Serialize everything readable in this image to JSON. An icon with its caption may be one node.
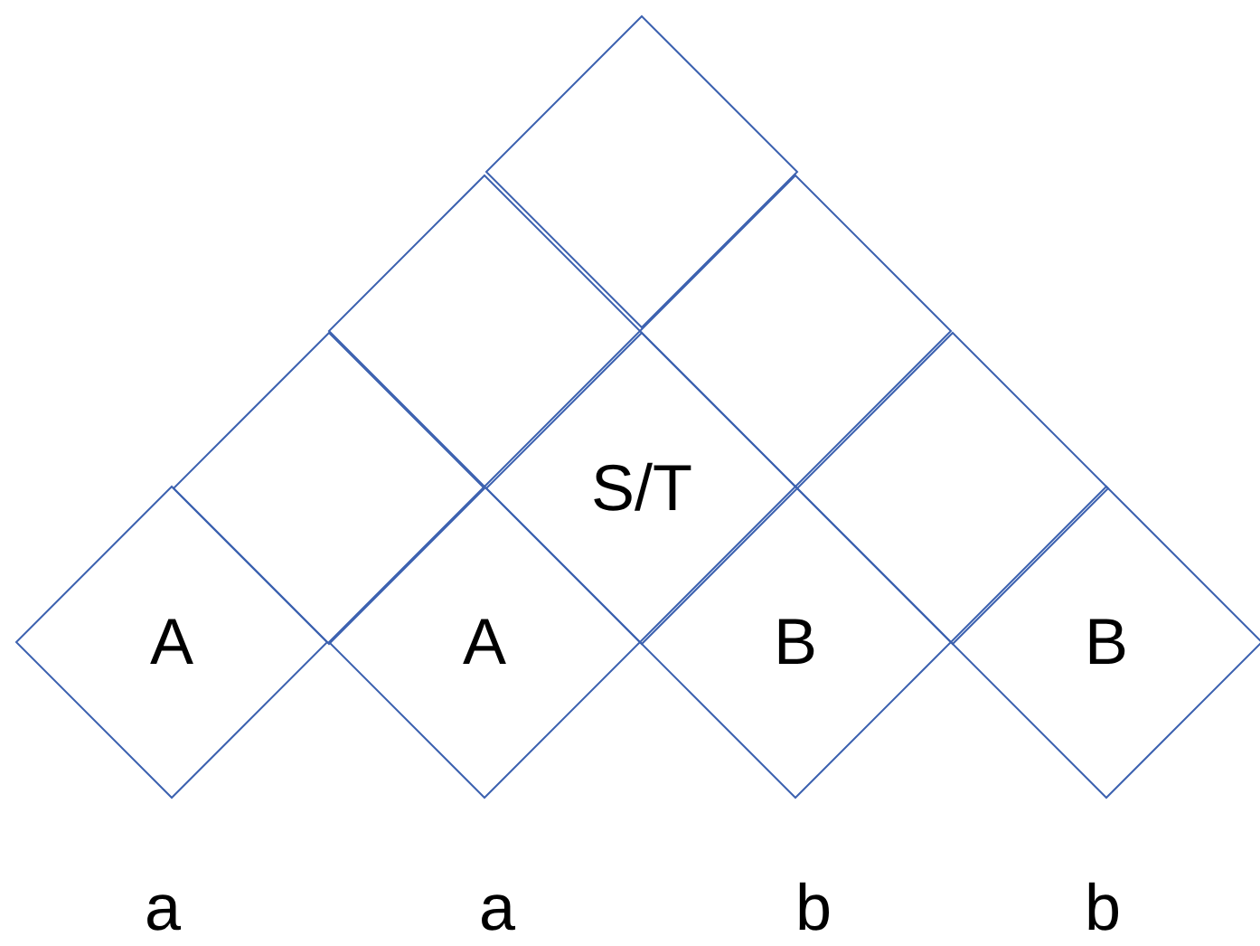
{
  "diagram": {
    "nodes": [
      {
        "text": [],
        "shape": "diamond"
      },
      {
        "text": [],
        "shape": "diamond"
      },
      {
        "text": [],
        "shape": "diamond"
      },
      {
        "text": [],
        "shape": "diamond"
      },
      {
        "text": [
          "S/T"
        ]
      },
      {
        "text": [],
        "shape": "diamond"
      },
      {
        "text": [
          "A"
        ]
      },
      {
        "text": [
          "A"
        ]
      },
      {
        "text": [
          "B"
        ]
      },
      {
        "text": [
          "B"
        ]
      }
    ],
    "edges": [],
    "labels": [
      "a",
      "a",
      "b",
      "b"
    ]
  }
}
